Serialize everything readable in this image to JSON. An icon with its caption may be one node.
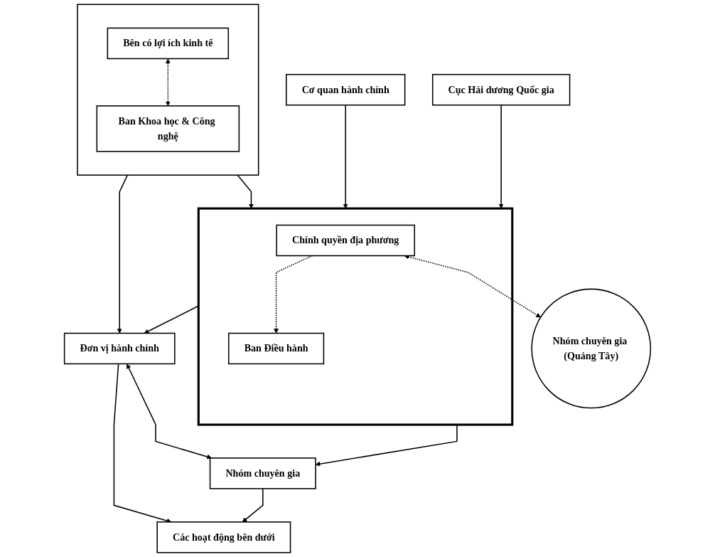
{
  "diagram": {
    "nodes": [
      {
        "text": [],
        "shape": "box"
      },
      {
        "text": [
          "Bên có lợi ích kinh tế"
        ],
        "in": 0
      },
      {
        "text": [
          "Ban Khoa học & Công nghệ"
        ],
        "in": 0
      },
      {
        "text": [],
        "shape": "box"
      },
      {
        "text": [
          "Chính quyền địa phương"
        ],
        "in": 3
      },
      {
        "text": [
          "Ban Điều hành"
        ],
        "in": 3
      },
      {
        "text": [
          "Cơ quan hành chính"
        ]
      },
      {
        "text": [
          "Nhóm chuyên gia (Quảng Tây)"
        ]
      },
      {
        "text": [
          "Cục Hải dương Quốc gia"
        ]
      },
      {
        "text": [
          "Đơn vị hành chính"
        ]
      },
      {
        "text": [
          "Nhóm chuyên gia"
        ]
      },
      {
        "text": [
          "Các hoạt động bên dưới"
        ]
      }
    ],
    "edges": [
      {
        "from": 1,
        "to": 2,
        "arrow": "both",
        "style": "dashed"
      },
      {
        "from": 0,
        "to": 3,
        "arrow": "to"
      },
      {
        "from": 6,
        "to": 3,
        "arrow": "to"
      },
      {
        "from": 4,
        "to": 5,
        "arrow": "to",
        "style": "dashed"
      },
      {
        "from": 4,
        "to": 7,
        "arrow": "both",
        "style": "dashed"
      },
      {
        "from": 8,
        "to": 3,
        "arrow": "to"
      },
      {
        "from": 0,
        "to": 9,
        "arrow": "to"
      },
      {
        "from": 3,
        "to": 9,
        "arrow": "to"
      },
      {
        "from": 3,
        "to": 10,
        "arrow": "to"
      },
      {
        "from": 9,
        "to": 10,
        "arrow": "both"
      },
      {
        "from": 9,
        "to": 11,
        "arrow": "to"
      },
      {
        "from": 10,
        "to": 11,
        "arrow": "to"
      }
    ]
  }
}
